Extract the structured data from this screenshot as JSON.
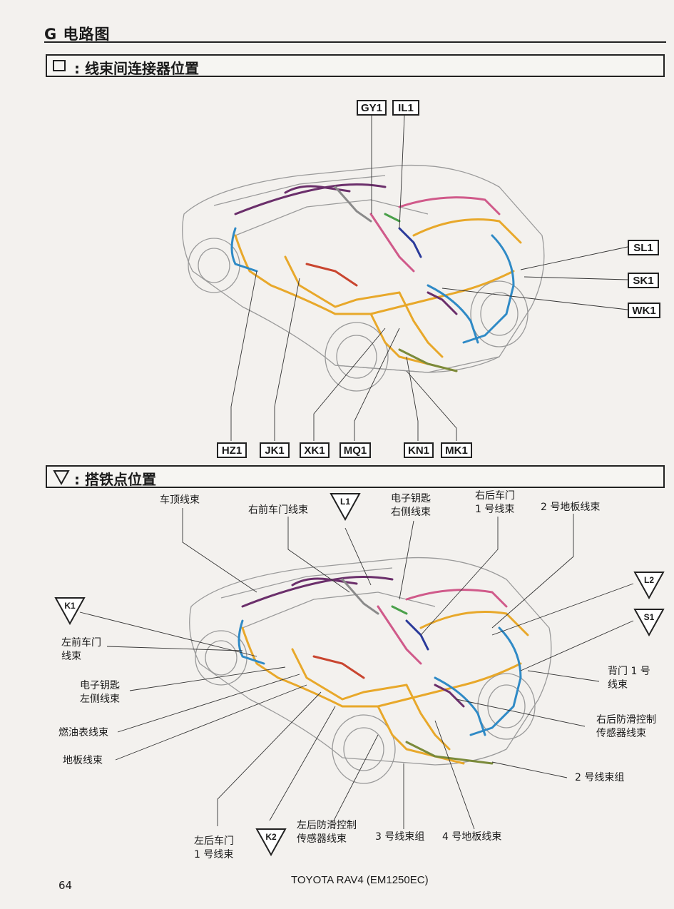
{
  "chapter_title": "G 电路图",
  "section1": {
    "title": ": 线束间连接器位置",
    "connectors": [
      "GY1",
      "IL1",
      "SL1",
      "SK1",
      "WK1",
      "HZ1",
      "JK1",
      "XK1",
      "MQ1",
      "KN1",
      "MK1"
    ]
  },
  "section2": {
    "title": ": 搭铁点位置",
    "ground_points": [
      "L1",
      "L2",
      "S1",
      "K1",
      "K2"
    ],
    "labels": {
      "roof": "车顶线束",
      "rf_door": "右前车门线束",
      "ekey_right": "电子钥匙\n右侧线束",
      "rr_door": "右后车门\n1 号线束",
      "floor2": "2 号地板线束",
      "lf_door": "左前车门\n线束",
      "ekey_left": "电子钥匙\n左侧线束",
      "fuel_gauge": "燃油表线束",
      "floor": "地板线束",
      "back_door": "背门 1 号\n线束",
      "rr_abs": "右后防滑控制\n传感器线束",
      "group2": "2 号线束组",
      "lr_door": "左后车门\n1 号线束",
      "lr_abs": "左后防滑控制\n传感器线束",
      "group3": "3 号线束组",
      "floor4": "4 号地板线束"
    }
  },
  "footer": {
    "page_number": "64",
    "doc_title": "TOYOTA RAV4 (EM1250EC)"
  },
  "colors": {
    "roof_harness": "#6b2f6b",
    "floor_harness": "#e8a82a",
    "door_harness": "#2f8ac6",
    "pink_harness": "#d05a8a",
    "red_harness": "#c9452f",
    "green_harness": "#4aa04a",
    "navy_harness": "#2a3a9a",
    "olive_harness": "#7a8a3a"
  }
}
